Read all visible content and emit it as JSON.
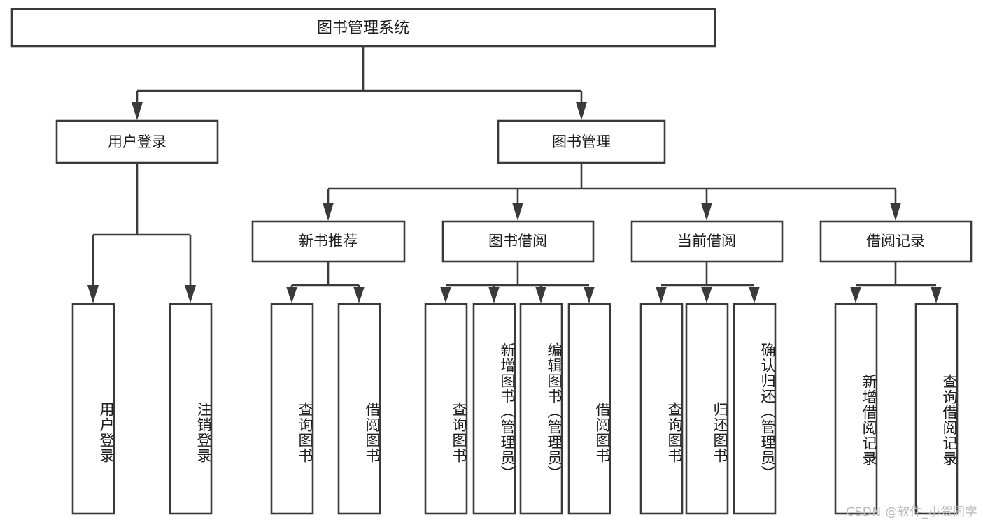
{
  "diagram": {
    "type": "tree-hierarchy",
    "title": "图书管理系统",
    "watermark": "CSDN @软件_小贺同学",
    "colors": {
      "stroke": "#3a3a3a",
      "fill": "#ffffff",
      "text": "#1d1d1d",
      "watermark": "#b9b9b9",
      "background": "#ffffff"
    },
    "root": {
      "label": "图书管理系统",
      "level": 0
    },
    "level1": [
      {
        "label": "用户登录"
      },
      {
        "label": "图书管理"
      }
    ],
    "level2": [
      {
        "label": "新书推荐",
        "parent": "图书管理"
      },
      {
        "label": "图书借阅",
        "parent": "图书管理"
      },
      {
        "label": "当前借阅",
        "parent": "图书管理"
      },
      {
        "label": "借阅记录",
        "parent": "图书管理"
      }
    ],
    "leaves": {
      "用户登录": [
        {
          "label": "用户登录"
        },
        {
          "label": "注销登录"
        }
      ],
      "新书推荐": [
        {
          "label": "查询图书"
        },
        {
          "label": "借阅图书"
        }
      ],
      "图书借阅": [
        {
          "label": "查询图书"
        },
        {
          "label": "新增图书（管理员）"
        },
        {
          "label": "编辑图书（管理员）"
        },
        {
          "label": "借阅图书"
        }
      ],
      "当前借阅": [
        {
          "label": "查询图书"
        },
        {
          "label": "归还图书"
        },
        {
          "label": "确认归还（管理员）"
        }
      ],
      "借阅记录": [
        {
          "label": "新增借阅记录"
        },
        {
          "label": "查询借阅记录"
        }
      ]
    }
  }
}
